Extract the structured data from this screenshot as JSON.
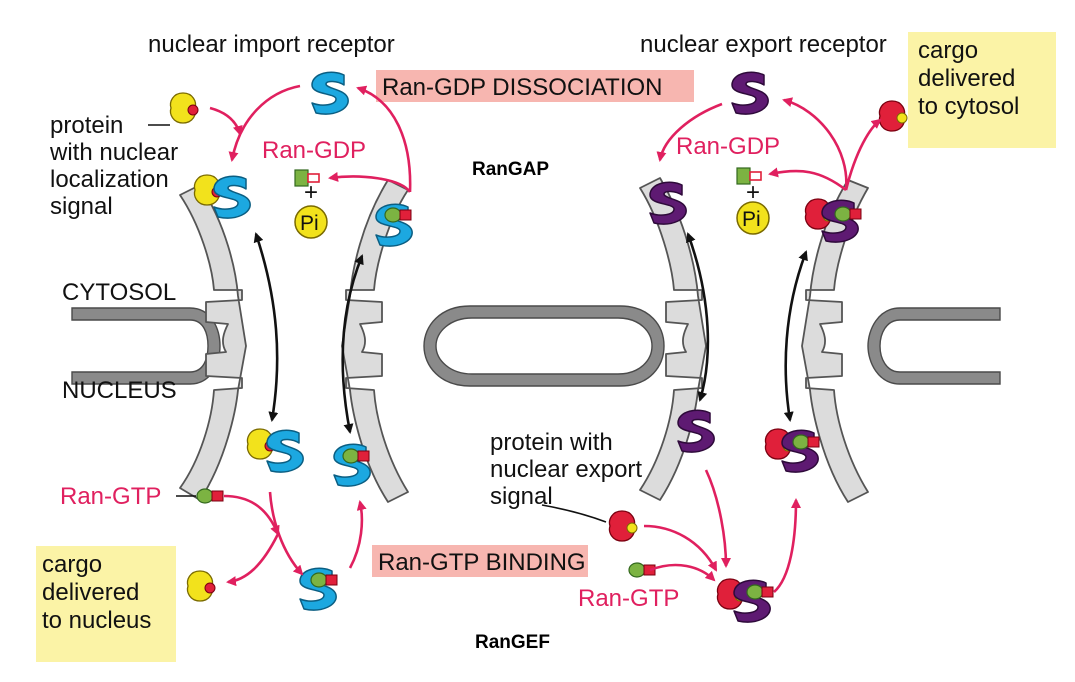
{
  "labels": {
    "nuclear_import_receptor": "nuclear import receptor",
    "nuclear_export_receptor": "nuclear export receptor",
    "ran_gdp_dissociation": "Ran-GDP DISSOCIATION",
    "ran_gtp_binding": "Ran-GTP BINDING",
    "ran_gap": "RanGAP",
    "ran_gef": "RanGEF",
    "cytosol": "CYTOSOL",
    "nucleus": "NUCLEUS",
    "protein_nls": [
      "protein",
      "with nuclear",
      "localization",
      "signal"
    ],
    "protein_nes": [
      "protein with",
      "nuclear export",
      "signal"
    ],
    "cargo_cytosol": [
      "cargo",
      "delivered",
      "to cytosol"
    ],
    "cargo_nucleus": [
      "cargo",
      "delivered",
      "to nucleus"
    ],
    "ran_gdp_left": "Ran-GDP",
    "ran_gdp_right": "Ran-GDP",
    "ran_gtp_left": "Ran-GTP",
    "ran_gtp_right": "Ran-GTP",
    "pi_left": "Pi",
    "pi_right": "Pi",
    "plus_left": "+",
    "plus_right": "+"
  },
  "colors": {
    "import_receptor": "#1ca8e0",
    "export_receptor": "#5e1a72",
    "nls_cargo": "#f2e21c",
    "nes_cargo": "#e0203a",
    "ran": "#7cb342",
    "gtp": "#e0203a",
    "arrow_pink": "#e0205f",
    "highlight_pink": "#f7b6b0",
    "highlight_yellow": "#fbf3a6",
    "pore_fill": "#dcdcdc",
    "membrane": "#8a8a8a"
  }
}
